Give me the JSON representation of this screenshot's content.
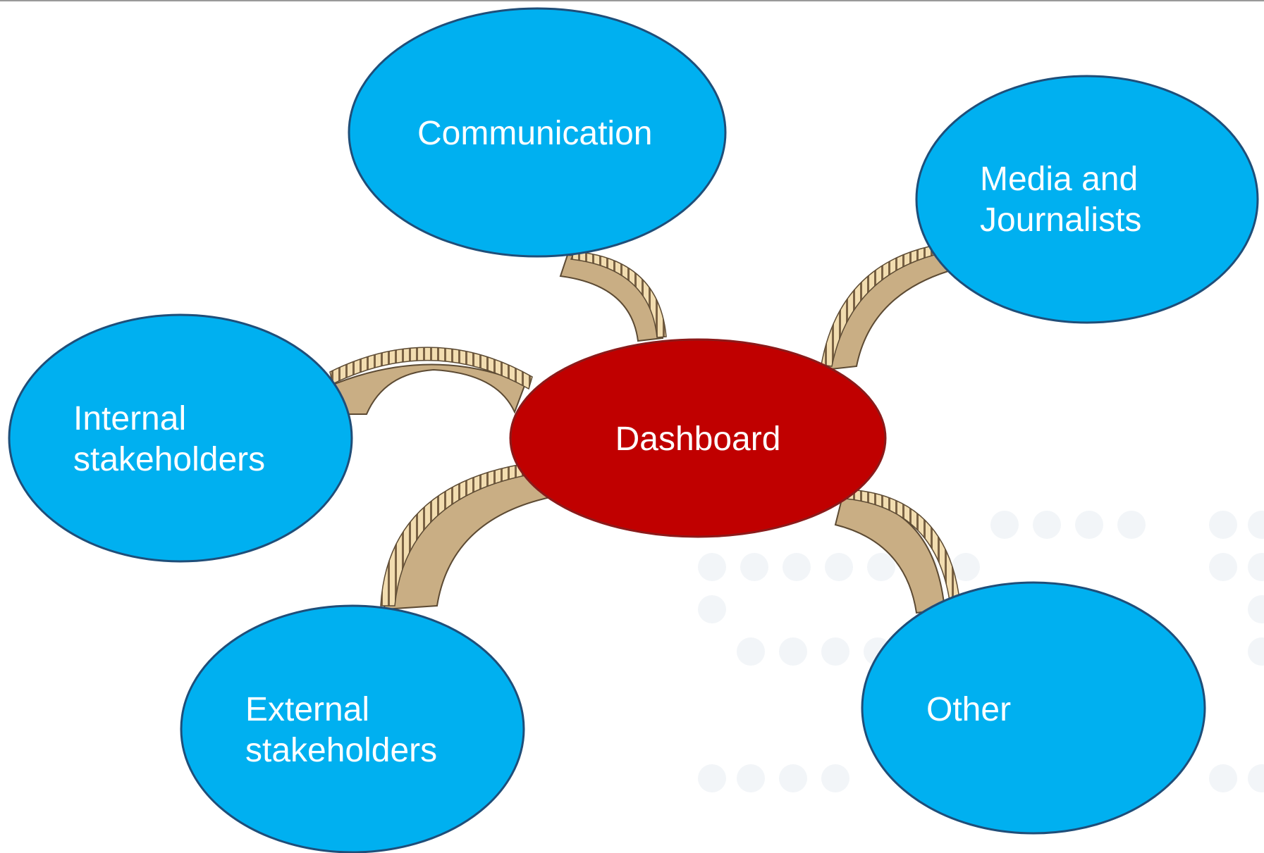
{
  "diagram": {
    "center": {
      "label": "Dashboard"
    },
    "nodes": [
      {
        "id": "communication",
        "lines": [
          "Communication"
        ]
      },
      {
        "id": "media",
        "lines": [
          "Media and",
          "Journalists"
        ]
      },
      {
        "id": "internal",
        "lines": [
          "Internal",
          "stakeholders"
        ]
      },
      {
        "id": "external",
        "lines": [
          "External",
          "stakeholders"
        ]
      },
      {
        "id": "other",
        "lines": [
          "Other"
        ]
      }
    ]
  },
  "colors": {
    "node_fill": "#00B0F0",
    "node_stroke": "#1F4E79",
    "center_fill": "#C00000",
    "center_stroke": "#8B1A1A",
    "bridge_fill": "#C9AE84",
    "bridge_stroke": "#5C4A33",
    "bridge_rail": "#F2DDB0",
    "background_dots": "#F2F5F8"
  },
  "connector_icon": "stone-arch-bridge-icon"
}
